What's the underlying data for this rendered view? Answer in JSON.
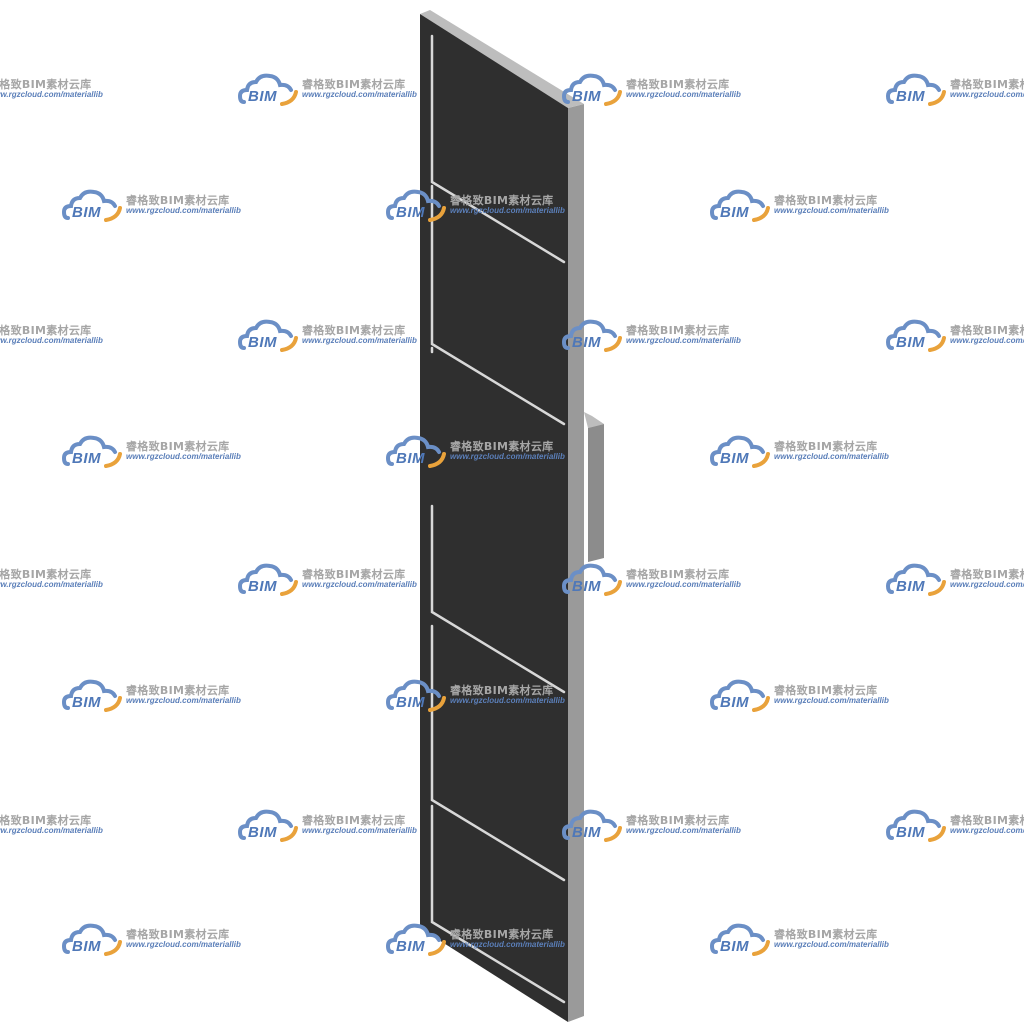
{
  "watermark": {
    "logo_text": "BIM",
    "brand": "睿格致BIM素材云库",
    "url": "www.rgzcloud.com/materiallib",
    "colors": {
      "cloud": "#6b8fc6",
      "arc": "#e9a23b",
      "brand_text": "#a6a6a6",
      "url_text": "#5b7fb9"
    }
  },
  "model": {
    "panel_color": "#2f2f2f",
    "edge_color": "#9a9a9a",
    "top_edge_color": "#bdbdbd",
    "groove_color": "#d8d8d8",
    "bracket_color": "#8c8c8c"
  }
}
